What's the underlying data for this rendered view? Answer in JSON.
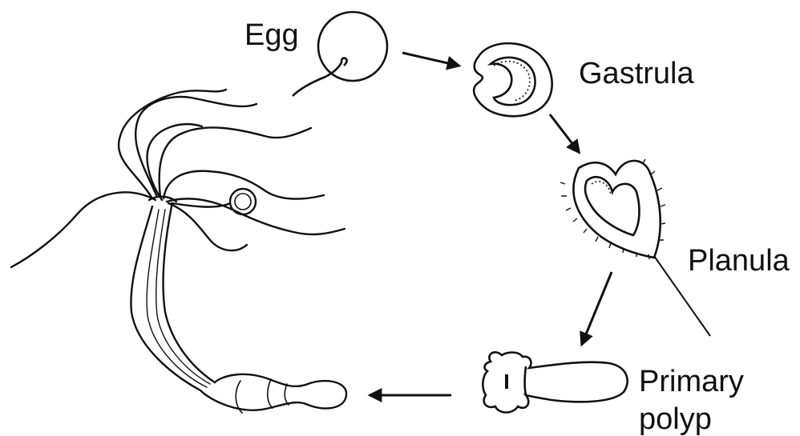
{
  "diagram": {
    "labels": {
      "egg": "Egg",
      "gastrula": "Gastrula",
      "planula": "Planula",
      "primary": "Primary",
      "polyp": "polyp"
    },
    "colors": {
      "stroke": "#111111",
      "background": "#ffffff"
    }
  }
}
